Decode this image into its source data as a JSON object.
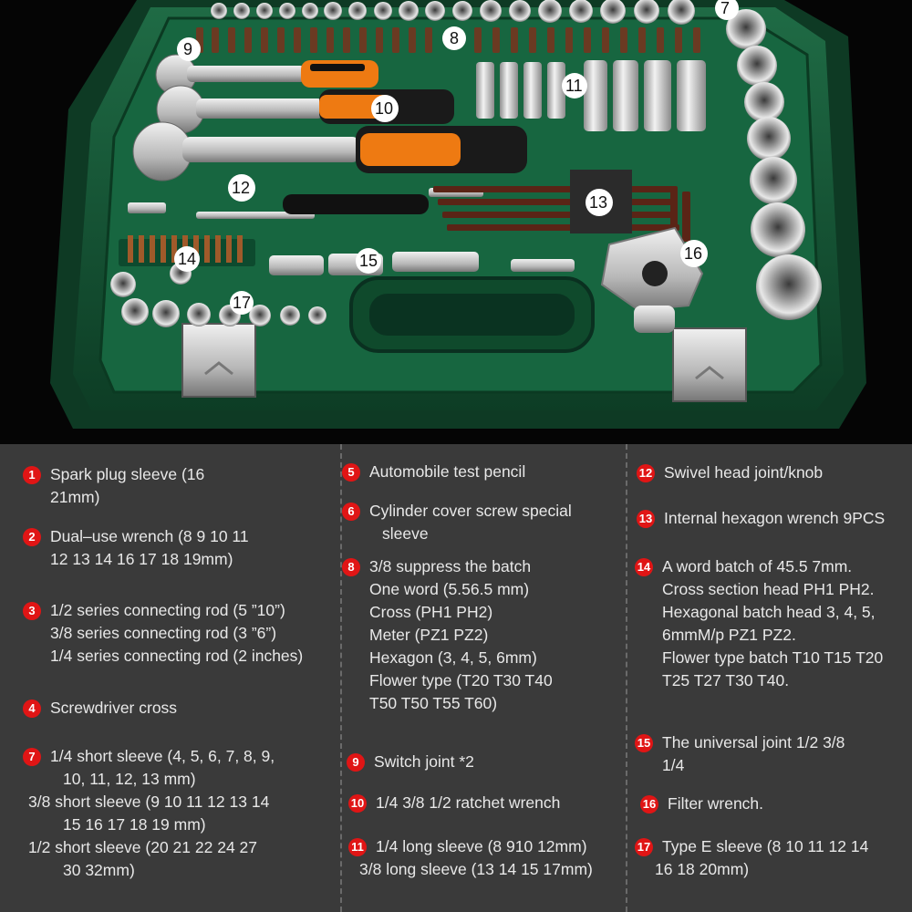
{
  "callouts": [
    "7",
    "8",
    "9",
    "10",
    "11",
    "12",
    "13",
    "14",
    "15",
    "16",
    "17"
  ],
  "legend": {
    "col1": [
      {
        "n": "1",
        "lines": [
          "Spark plug sleeve (16",
          "21mm)"
        ]
      },
      {
        "n": "2",
        "lines": [
          "Dual–use wrench (8 9 10 11",
          "12 13 14 16 17 18 19mm)"
        ]
      },
      {
        "n": "3",
        "lines": [
          "1/2 series connecting rod (5 ”10”)",
          "3/8 series connecting rod (3 ”6”)",
          "1/4 series connecting rod (2 inches)"
        ]
      },
      {
        "n": "4",
        "lines": [
          "Screwdriver cross"
        ]
      },
      {
        "n": "7",
        "lines": [
          "1/4 short sleeve (4, 5, 6, 7, 8, 9,",
          "10, 11, 12, 13 mm)",
          "3/8 short sleeve (9 10 11 12 13 14",
          "15 16 17 18 19 mm)",
          "1/2 short sleeve (20 21 22 24 27",
          "30 32mm)"
        ]
      }
    ],
    "col2": [
      {
        "n": "5",
        "lines": [
          "Automobile test pencil"
        ]
      },
      {
        "n": "6",
        "lines": [
          "Cylinder cover screw special",
          "sleeve"
        ]
      },
      {
        "n": "8",
        "lines": [
          "3/8 suppress the batch",
          "One word (5.56.5 mm)",
          "Cross (PH1 PH2)",
          "Meter (PZ1 PZ2)",
          "Hexagon (3, 4, 5, 6mm)",
          "Flower type (T20 T30 T40",
          "T50 T50 T55 T60)"
        ]
      },
      {
        "n": "9",
        "lines": [
          "Switch joint *2"
        ]
      },
      {
        "n": "10",
        "lines": [
          "1/4 3/8 1/2 ratchet wrench"
        ]
      },
      {
        "n": "11",
        "lines": [
          "1/4 long sleeve (8 910 12mm)",
          "3/8 long sleeve (13 14 15 17mm)"
        ]
      }
    ],
    "col3": [
      {
        "n": "12",
        "lines": [
          "Swivel head joint/knob"
        ]
      },
      {
        "n": "13",
        "lines": [
          "Internal hexagon wrench 9PCS"
        ]
      },
      {
        "n": "14",
        "lines": [
          "A word batch of 45.5 7mm.",
          "Cross section head PH1 PH2.",
          "Hexagonal batch head 3, 4, 5,",
          "6mmM/p PZ1 PZ2.",
          "Flower type batch T10 T15 T20",
          "T25 T27 T30 T40."
        ]
      },
      {
        "n": "15",
        "lines": [
          "The universal joint 1/2 3/8",
          "1/4"
        ]
      },
      {
        "n": "16",
        "lines": [
          "Filter wrench."
        ]
      },
      {
        "n": "17",
        "lines": [
          "Type E sleeve (8 10 11 12 14",
          "16 18 20mm)"
        ]
      }
    ]
  }
}
